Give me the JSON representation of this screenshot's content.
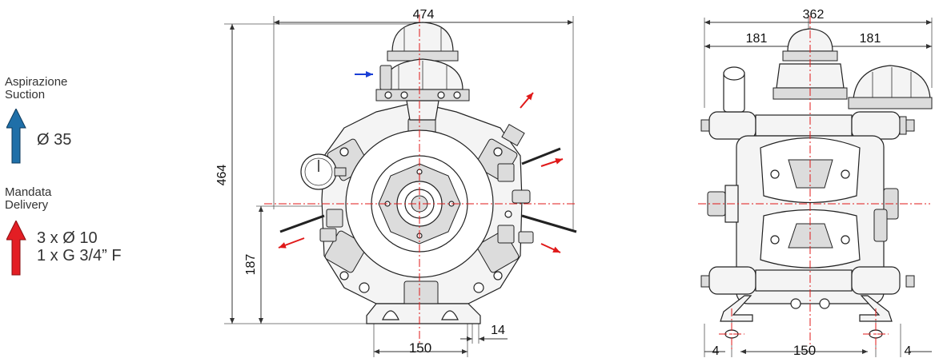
{
  "legend": {
    "suction": {
      "label_it": "Aspirazione",
      "label_en": "Suction",
      "size": "Ø 35",
      "arrow_color": "#1f6fa8"
    },
    "delivery": {
      "label_it": "Mandata",
      "label_en": "Delivery",
      "size_line1": "3 x Ø 10",
      "size_line2": "1 x G 3/4” F",
      "arrow_color": "#e31e24"
    }
  },
  "front_view": {
    "width": "474",
    "height": "464",
    "shaft_height": "187",
    "base_holes": "150",
    "base_thickness": "14"
  },
  "side_view": {
    "width": "362",
    "half_left": "181",
    "half_right": "181",
    "base_holes": "150",
    "hole_left": "4",
    "hole_right": "4"
  },
  "colors": {
    "axis": "#e01919",
    "inlet_arrow": "#1a3fd6",
    "outlet_arrow": "#e01919"
  }
}
